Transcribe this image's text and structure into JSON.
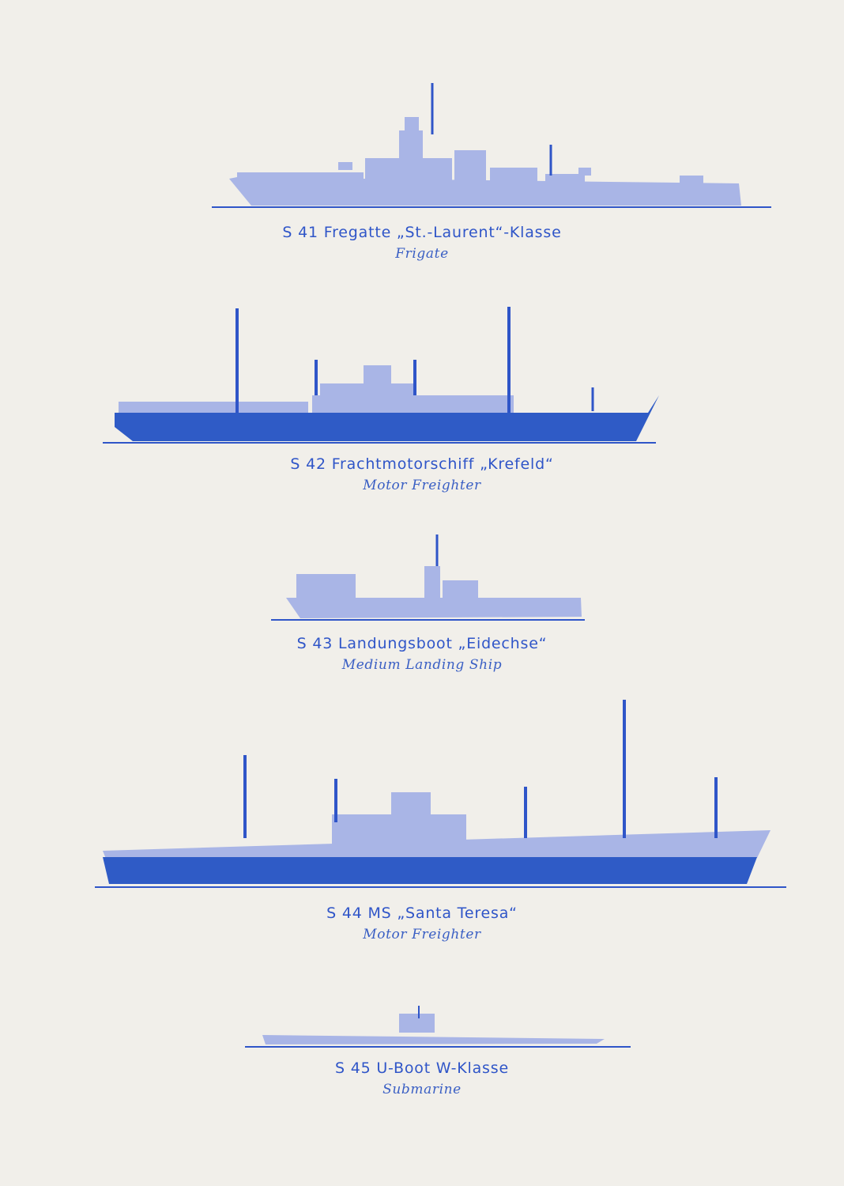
{
  "ships": [
    {
      "code": "S 41",
      "title": "Fregatte „St.-Laurent“-Klasse",
      "subtitle": "Frigate"
    },
    {
      "code": "S 42",
      "title": "Frachtmotorschiff „Krefeld“",
      "subtitle": "Motor Freighter"
    },
    {
      "code": "S 43",
      "title": "Landungsboot „Eidechse“",
      "subtitle": "Medium Landing Ship"
    },
    {
      "code": "S 44",
      "title": "MS „Santa Teresa“",
      "subtitle": "Motor Freighter"
    },
    {
      "code": "S 45",
      "title": "U-Boot W-Klasse",
      "subtitle": "Submarine"
    }
  ],
  "colors": {
    "ink": "#2f55c8",
    "hull_dark": "#2f5bc6",
    "hull_light": "#a9b5e6",
    "paper": "#f1efea"
  }
}
